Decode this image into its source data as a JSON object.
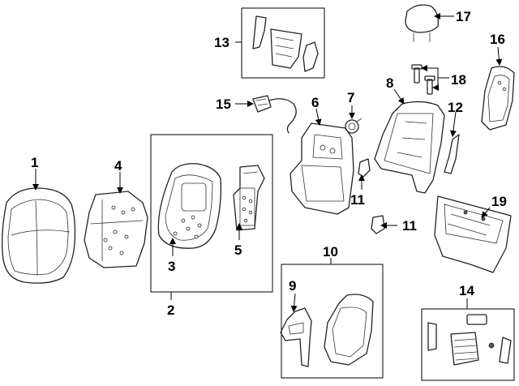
{
  "callouts": {
    "c1": "1",
    "c2": "2",
    "c3": "3",
    "c4": "4",
    "c5": "5",
    "c6": "6",
    "c7": "7",
    "c8": "8",
    "c9": "9",
    "c10": "10",
    "c11a": "11",
    "c11b": "11",
    "c12": "12",
    "c13": "13",
    "c14": "14",
    "c15": "15",
    "c16": "16",
    "c17": "17",
    "c18": "18",
    "c19": "19"
  }
}
